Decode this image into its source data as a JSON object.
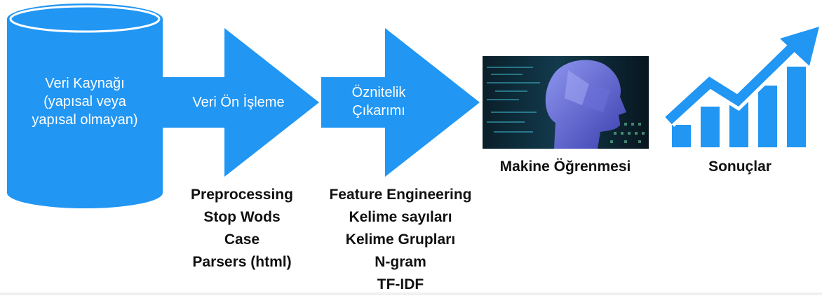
{
  "colors": {
    "accent": "#2196f3",
    "accent_dark": "#1783dd"
  },
  "stages": {
    "source": {
      "label_lines": [
        "Veri Kaynağı",
        "(yapısal veya",
        "yapısal olmayan)"
      ]
    },
    "preprocess": {
      "label": "Veri Ön İşleme",
      "details": [
        "Preprocessing",
        "Stop Wods",
        "Case",
        "Parsers (html)"
      ]
    },
    "features": {
      "label_lines": [
        "Öznitelik",
        "Çıkarımı"
      ],
      "details": [
        "Feature Engineering",
        "Kelime sayıları",
        "Kelime Grupları",
        "N-gram",
        "TF-IDF"
      ]
    },
    "ml": {
      "label": "Makine Öğrenmesi",
      "image_icon": "ai-head-image"
    },
    "results": {
      "label": "Sonuçlar",
      "icon": "growth-chart-icon"
    }
  }
}
